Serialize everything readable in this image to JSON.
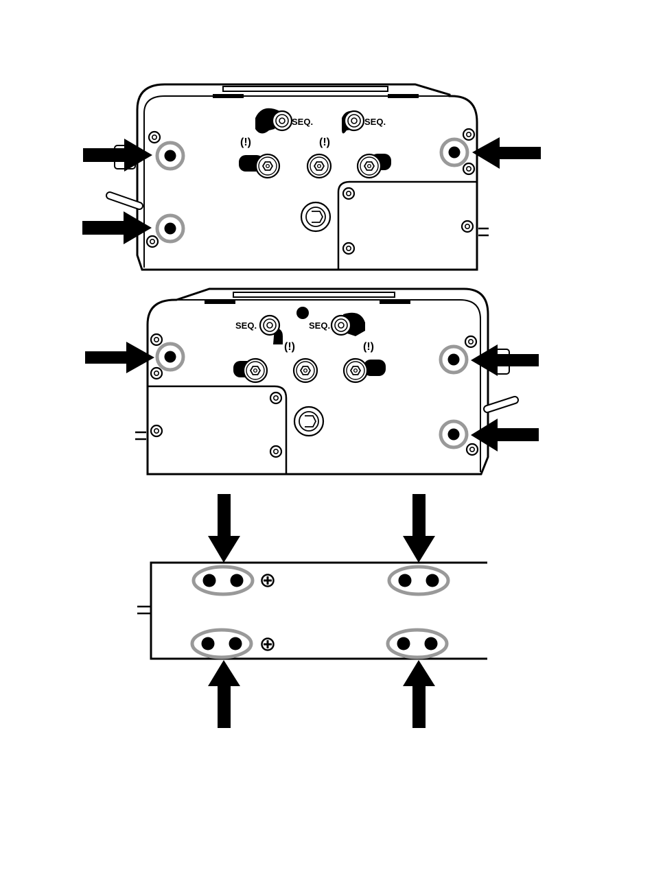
{
  "diagram": {
    "labels": {
      "sequence": "SEQ.",
      "caution": "(!)",
      "polarity": "⊕"
    },
    "colors": {
      "stroke": "#000000",
      "highlight_ring": "#999999",
      "background": "#ffffff"
    },
    "views": [
      {
        "name": "view-1",
        "callout_count": 4
      },
      {
        "name": "view-2",
        "callout_count": 4
      },
      {
        "name": "view-3",
        "callout_count": 4
      }
    ]
  }
}
